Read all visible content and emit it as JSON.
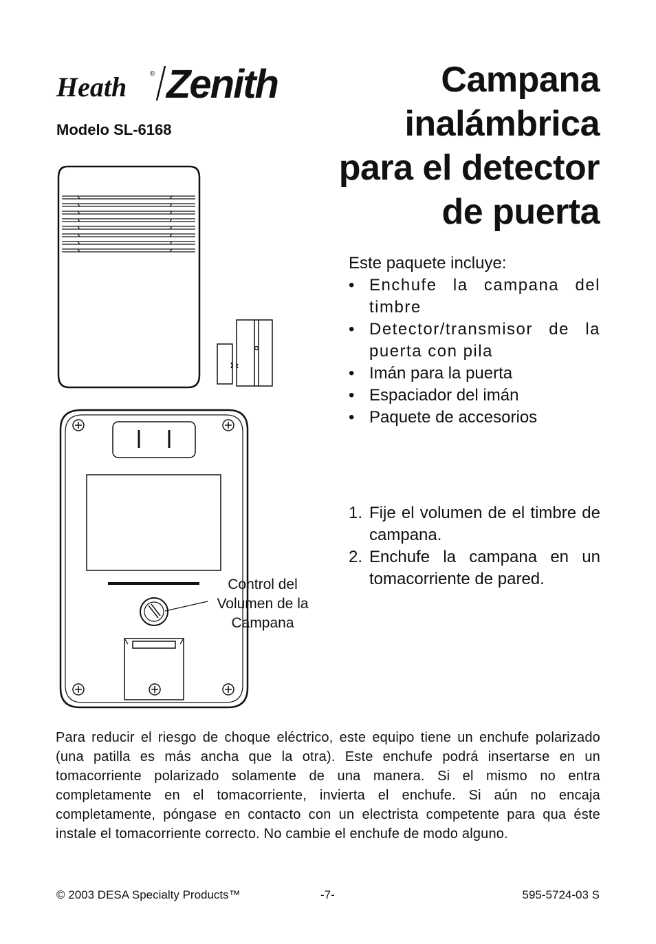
{
  "header": {
    "brand": "Heath/Zenith",
    "brand_left": "Heath",
    "brand_right": "Zenith",
    "model": "Modelo SL-6168",
    "title_lines": [
      "Campana",
      "inalámbrica",
      "para el detector",
      "de puerta"
    ]
  },
  "package": {
    "heading": "Este paquete incluye:",
    "items": [
      "Enchufe la campana del timbre",
      "Detector/transmisor de la puerta con pila",
      "Imán para la puerta",
      "Espaciador del imán",
      "Paquete de accesorios"
    ]
  },
  "steps": [
    {
      "num": "1.",
      "text": "Fije el volumen de el timbre de campana."
    },
    {
      "num": "2.",
      "text": "Enchufe la campana en un tomacorriente de pared."
    }
  ],
  "figure": {
    "callout": "Control del Volumen de la Campana"
  },
  "warning": "Para reducir el riesgo de choque eléctrico, este equipo tiene un enchufe polarizado (una patilla es más ancha que la otra). Este enchufe podrá insertarse en un tomacorriente polarizado solamente de una manera. Si el mismo no entra completamente en el tomacorriente, invierta el enchufe. Si aún no encaja completamente, póngase en contacto con un electrista competente para qua éste instale el tomacorriente correcto. No cambie el enchufe de modo alguno.",
  "footer": {
    "copyright": "© 2003 DESA Specialty Products™",
    "page": "-7-",
    "doc_number": "595-5724-03 S"
  }
}
